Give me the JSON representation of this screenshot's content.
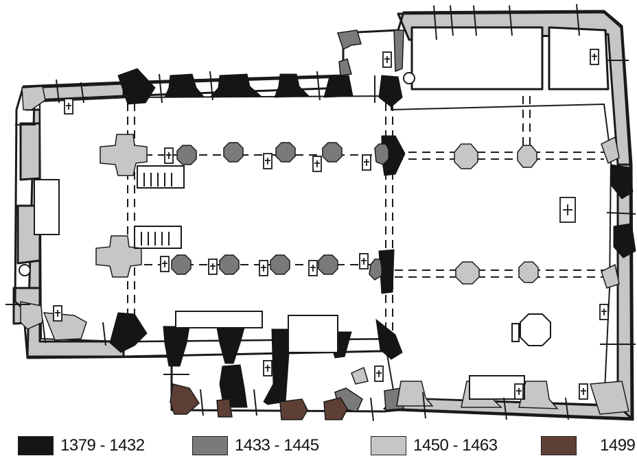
{
  "legend": [
    {
      "label": "1379 - 1432",
      "color": "#151515"
    },
    {
      "label": "1433 - 1445",
      "color": "#7a7a7a"
    },
    {
      "label": "1450 - 1463",
      "color": "#c6c6c6"
    },
    {
      "label": "1499",
      "color": "#5e3f35"
    }
  ],
  "colors": {
    "outline": "#1a1a1a",
    "phase_1379": "#151515",
    "phase_1433": "#7a7a7a",
    "phase_1450": "#c6c6c6",
    "phase_1499": "#5e3f35"
  },
  "symbols": {
    "tomb_icon": "cross-in-box",
    "font_icon": "octagon-baptismal-font"
  }
}
